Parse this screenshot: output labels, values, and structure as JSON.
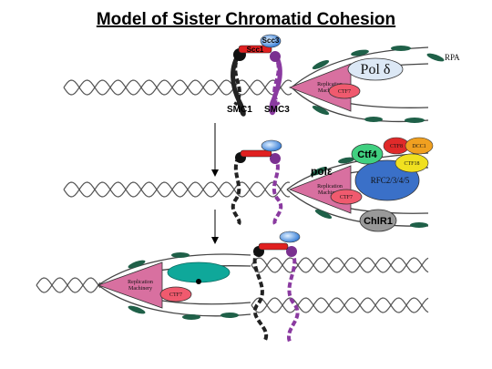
{
  "title": "Model of Sister Chromatid Cohesion",
  "labels": {
    "scc3": "Scc3",
    "scc1": "Scc1",
    "rpa": "RPA",
    "pol_delta": "Pol δ",
    "smc1": "SMC1",
    "smc3": "SMC3",
    "replication_machinery": "Replication Machinery",
    "ctf7": "CTF7",
    "ctf4": "Ctf4",
    "pol_epsilon": "polε",
    "ctf8": "CTF8",
    "dcc1": "DCC1",
    "ctf18": "CTF18",
    "rfc": "RFC2/3/4/5",
    "chl1": "ChlR1"
  },
  "colors": {
    "dna": "#555555",
    "replication_machinery": "#d870a0",
    "ctf7": "#f05a6e",
    "pol_delta": "#dce8f5",
    "scc1": "#e02020",
    "scc3": "#4a90e0",
    "smc1": "#222222",
    "smc3": "#8a3aa0",
    "histone_green": "#1f6048",
    "ctf4": "#40d080",
    "ctf8": "#e02a2a",
    "dcc1": "#f0a020",
    "ctf18": "#f0e020",
    "rfc": "#3a70c8",
    "chl1": "#999999",
    "teal_ring": "#0fa89a"
  }
}
